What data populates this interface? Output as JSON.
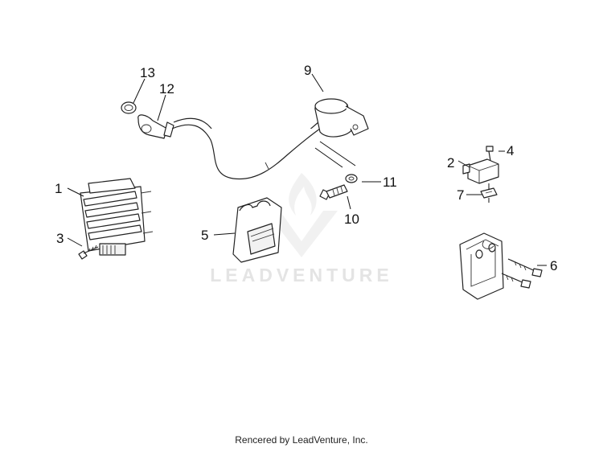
{
  "watermark": "LEADVENTURE",
  "credit": "Rencered by LeadVenture, Inc.",
  "callouts": {
    "c1": "1",
    "c2": "2",
    "c3": "3",
    "c4": "4",
    "c5": "5",
    "c6": "6",
    "c7": "7",
    "c9": "9",
    "c10": "10",
    "c11": "11",
    "c12": "12",
    "c13": "13"
  }
}
